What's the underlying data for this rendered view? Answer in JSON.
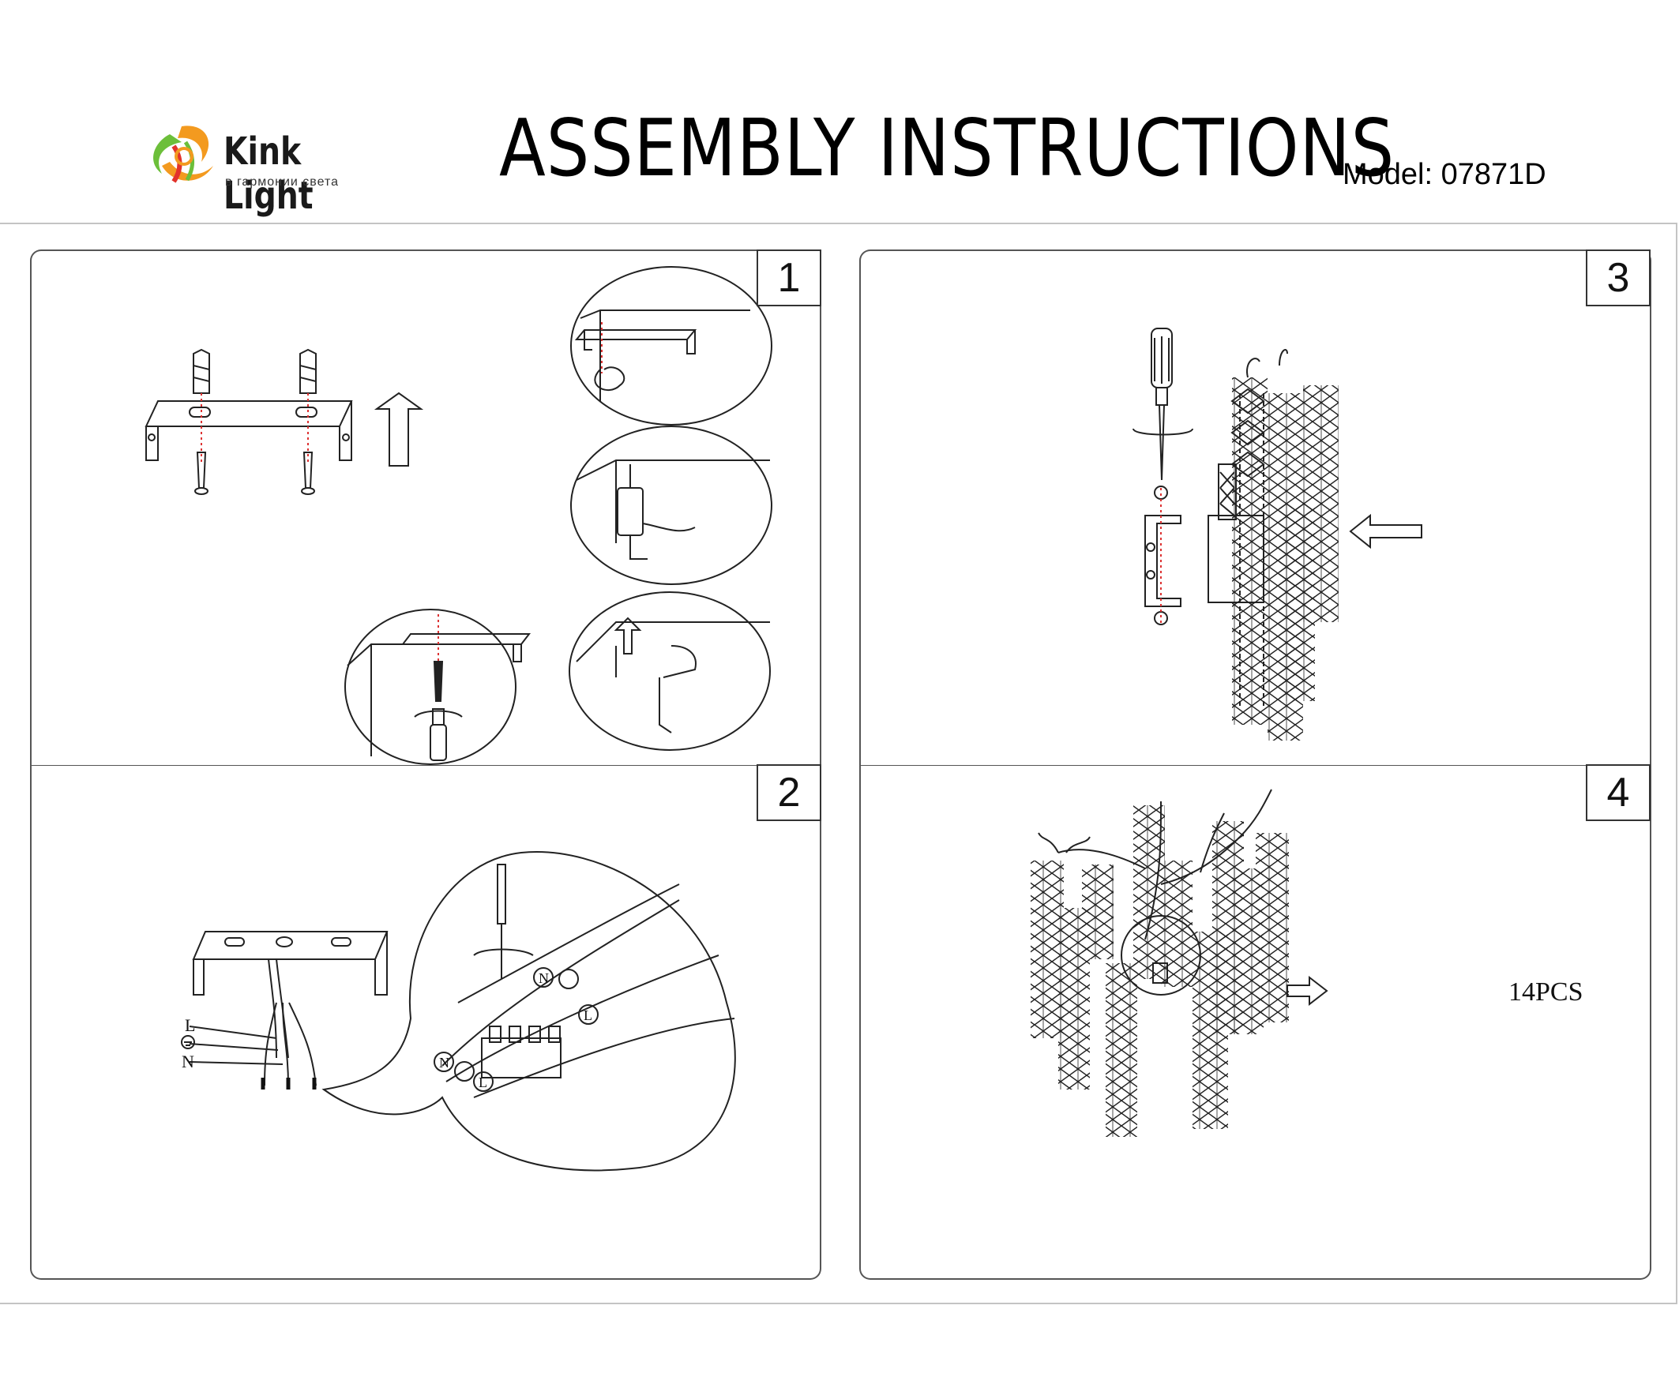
{
  "header": {
    "brand_name": "Kink Light",
    "brand_tagline": "в гармонии света",
    "title": "ASSEMBLY INSTRUCTIONS",
    "model": "Model: 07871D"
  },
  "colors": {
    "logo_orange": "#f39a1f",
    "logo_green": "#6cbf3a",
    "logo_red": "#e2332b",
    "line": "#222222"
  },
  "steps": [
    {
      "number": "1"
    },
    {
      "number": "2",
      "wire_labels": [
        "L",
        "N"
      ],
      "terminal_labels": [
        "N",
        "L"
      ]
    },
    {
      "number": "3"
    },
    {
      "number": "4",
      "quantity_label": "14PCS"
    }
  ]
}
